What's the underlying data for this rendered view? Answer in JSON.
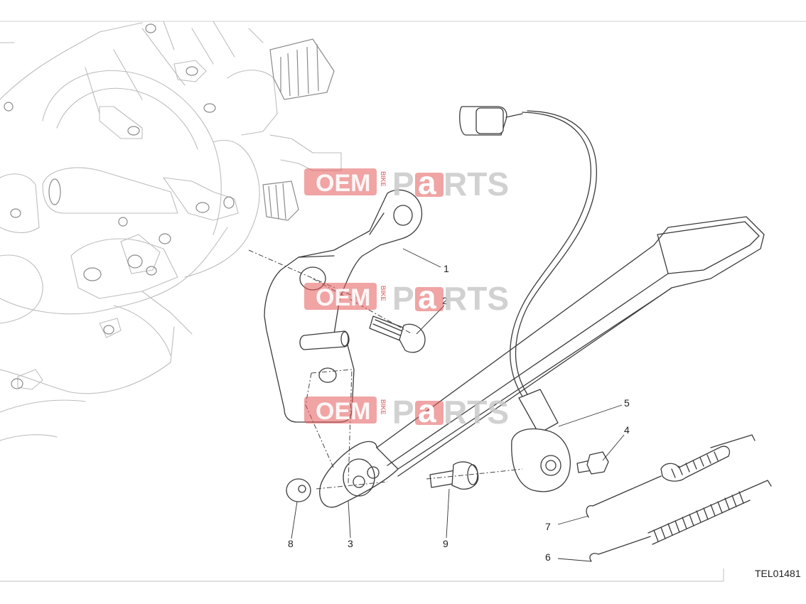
{
  "drawing": {
    "code": "TEL01481",
    "callouts": [
      {
        "id": "1",
        "label": "1"
      },
      {
        "id": "2",
        "label": "2"
      },
      {
        "id": "3",
        "label": "3"
      },
      {
        "id": "4",
        "label": "4"
      },
      {
        "id": "5",
        "label": "5"
      },
      {
        "id": "6",
        "label": "6"
      },
      {
        "id": "7",
        "label": "7"
      },
      {
        "id": "8",
        "label": "8"
      },
      {
        "id": "9",
        "label": "9"
      }
    ]
  },
  "watermark": {
    "left_text": "OEM",
    "vertical_text": "BIKE",
    "right_text_a": "P",
    "right_text_b": "a",
    "right_text_c": "RTS",
    "colors": {
      "badge": "#e35a5a",
      "text": "#c9c9c9"
    }
  },
  "colors": {
    "line": "#3a3a3a",
    "engine": "#bdbdbd",
    "background": "#ffffff"
  }
}
